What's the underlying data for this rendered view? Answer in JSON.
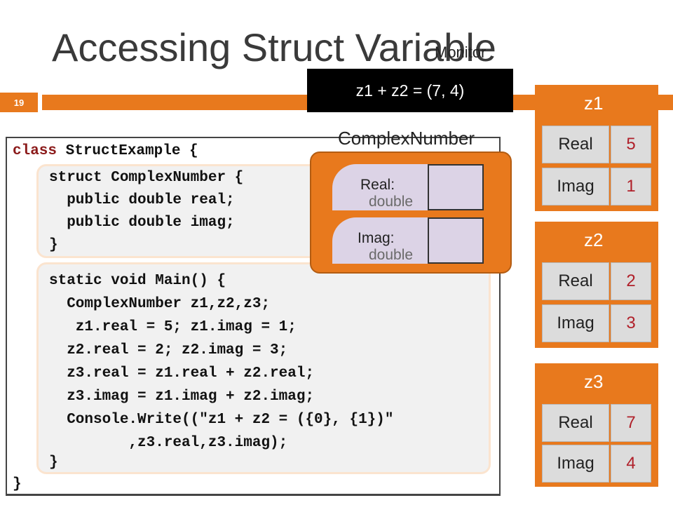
{
  "slide": {
    "title": "Accessing Struct Variable",
    "number": "19"
  },
  "code": {
    "class_kw": "class",
    "class_rest": " StructExample {",
    "struct_lines": [
      "struct ComplexNumber {",
      "  public double real;",
      "  public double imag;",
      "}"
    ],
    "main_lines": [
      "static void Main() {",
      "  ComplexNumber z1,z2,z3;",
      "   z1.real = 5; z1.imag = 1;",
      "  z2.real = 2; z2.imag = 3;",
      "  z3.real = z1.real + z2.real;",
      "  z3.imag = z1.imag + z2.imag;",
      "  Console.Write((\"z1 + z2 = ({0}, {1})\"",
      "         ,z3.real,z3.imag);",
      "}"
    ],
    "class_close": "}"
  },
  "monitor": {
    "label": "Monitor",
    "output": "z1 + z2 = (7, 4)"
  },
  "struct_diagram": {
    "name": "ComplexNumber",
    "fields": [
      {
        "name": "Real:",
        "type": "double"
      },
      {
        "name": "Imag:",
        "type": "double"
      }
    ]
  },
  "variables": [
    {
      "name": "z1",
      "real_label": "Real",
      "real": "5",
      "imag_label": "Imag",
      "imag": "1"
    },
    {
      "name": "z2",
      "real_label": "Real",
      "real": "2",
      "imag_label": "Imag",
      "imag": "3"
    },
    {
      "name": "z3",
      "real_label": "Real",
      "real": "7",
      "imag_label": "Imag",
      "imag": "4"
    }
  ],
  "colors": {
    "accent": "#e8791d",
    "cell": "#dcdcdc",
    "value_text": "#b0202a",
    "field": "#dcd3e6",
    "monitor_bg": "#000000"
  }
}
